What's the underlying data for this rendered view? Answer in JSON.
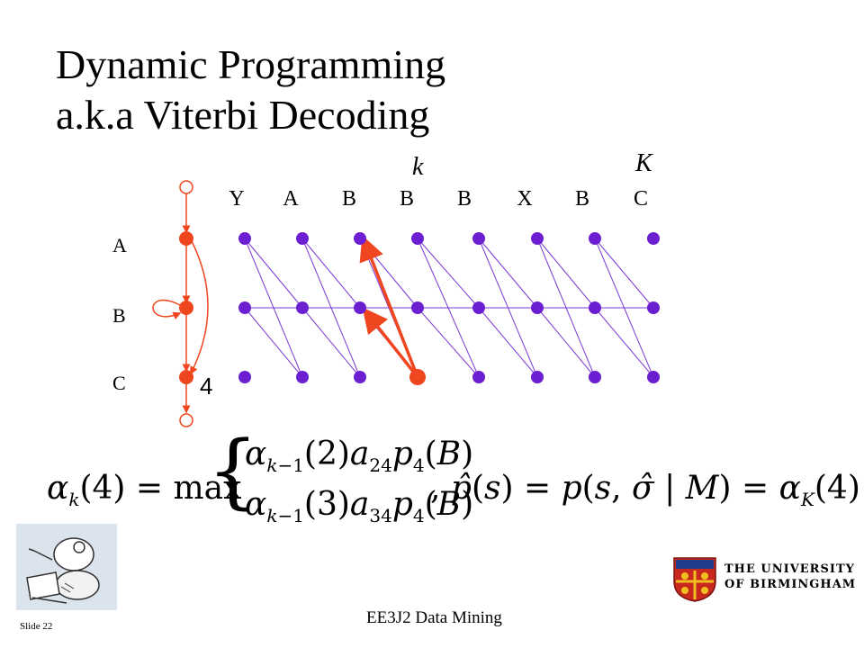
{
  "slide": {
    "title_line1": "Dynamic Programming",
    "title_line2": "a.k.a Viterbi Decoding",
    "k_label": "k",
    "K_label": "K",
    "columns": [
      "Y",
      "A",
      "B",
      "B",
      "B",
      "X",
      "B",
      "C"
    ],
    "rows": [
      "A",
      "B",
      "C"
    ],
    "model_number": "4",
    "colors": {
      "purple": "#6b1fd1",
      "red": "#f0461f",
      "purple_line": "#7a3ad6"
    },
    "formula": {
      "lhs": "αk(4) = max",
      "case1": "αk−1(2) a24 p4(B)",
      "case2": "αk−1(3) a34 p4(B)",
      "rhs": ", p̂(s) = p(s, σ̂ | M) = αK(4)"
    },
    "footer": "EE3J2 Data Mining",
    "slide_number": "Slide  22",
    "university": {
      "line1": "THE UNIVERSITY",
      "line2": "OF BIRMINGHAM"
    }
  }
}
